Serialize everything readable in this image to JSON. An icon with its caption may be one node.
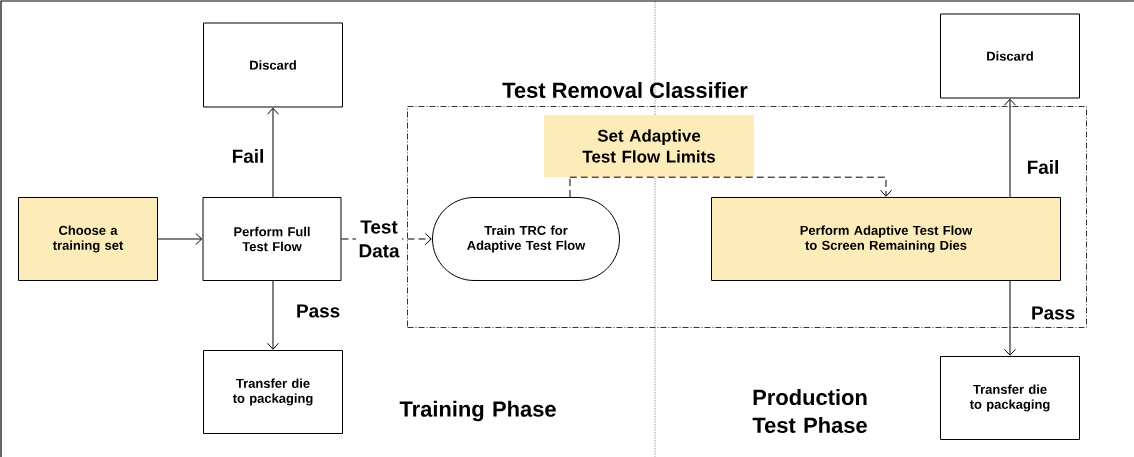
{
  "diagram": {
    "nodes": [
      {
        "text": [
          "Discard"
        ]
      },
      {
        "text": [
          "Choose a training set"
        ]
      },
      {
        "text": [
          "Perform Full Test Flow"
        ]
      },
      {
        "text": [
          "Transfer die to packaging"
        ]
      },
      {
        "text": [
          "Test Removal Classifier"
        ]
      },
      {
        "text": [
          "Set Adaptive Test Flow Limits"
        ],
        "in": 4
      },
      {
        "text": [
          "Train TRC for Adaptive Test Flow"
        ],
        "in": 4
      },
      {
        "text": [
          "Perform Adaptive Test Flow to Screen Remaining Dies"
        ],
        "in": 4
      },
      {
        "text": [
          "Discard"
        ]
      },
      {
        "text": [
          "Transfer die to packaging"
        ]
      }
    ],
    "edges": [
      {
        "from": 1,
        "to": 2,
        "arrow": "to"
      },
      {
        "from": 2,
        "to": 0,
        "arrow": "to",
        "label": "Fail"
      },
      {
        "from": 2,
        "to": 3,
        "arrow": "to",
        "label": "Pass"
      },
      {
        "from": 2,
        "to": 6,
        "arrow": "to",
        "label": "Test Data",
        "style": "dashed"
      },
      {
        "from": 6,
        "to": 5,
        "arrow": "none",
        "style": "dashed"
      },
      {
        "from": 5,
        "to": 7,
        "arrow": "to",
        "style": "dashed"
      },
      {
        "from": 7,
        "to": 8,
        "arrow": "to",
        "label": "Fail"
      },
      {
        "from": 7,
        "to": 9,
        "arrow": "to",
        "label": "Pass"
      }
    ],
    "labels": [
      "Training Phase",
      "Production Test Phase"
    ]
  }
}
